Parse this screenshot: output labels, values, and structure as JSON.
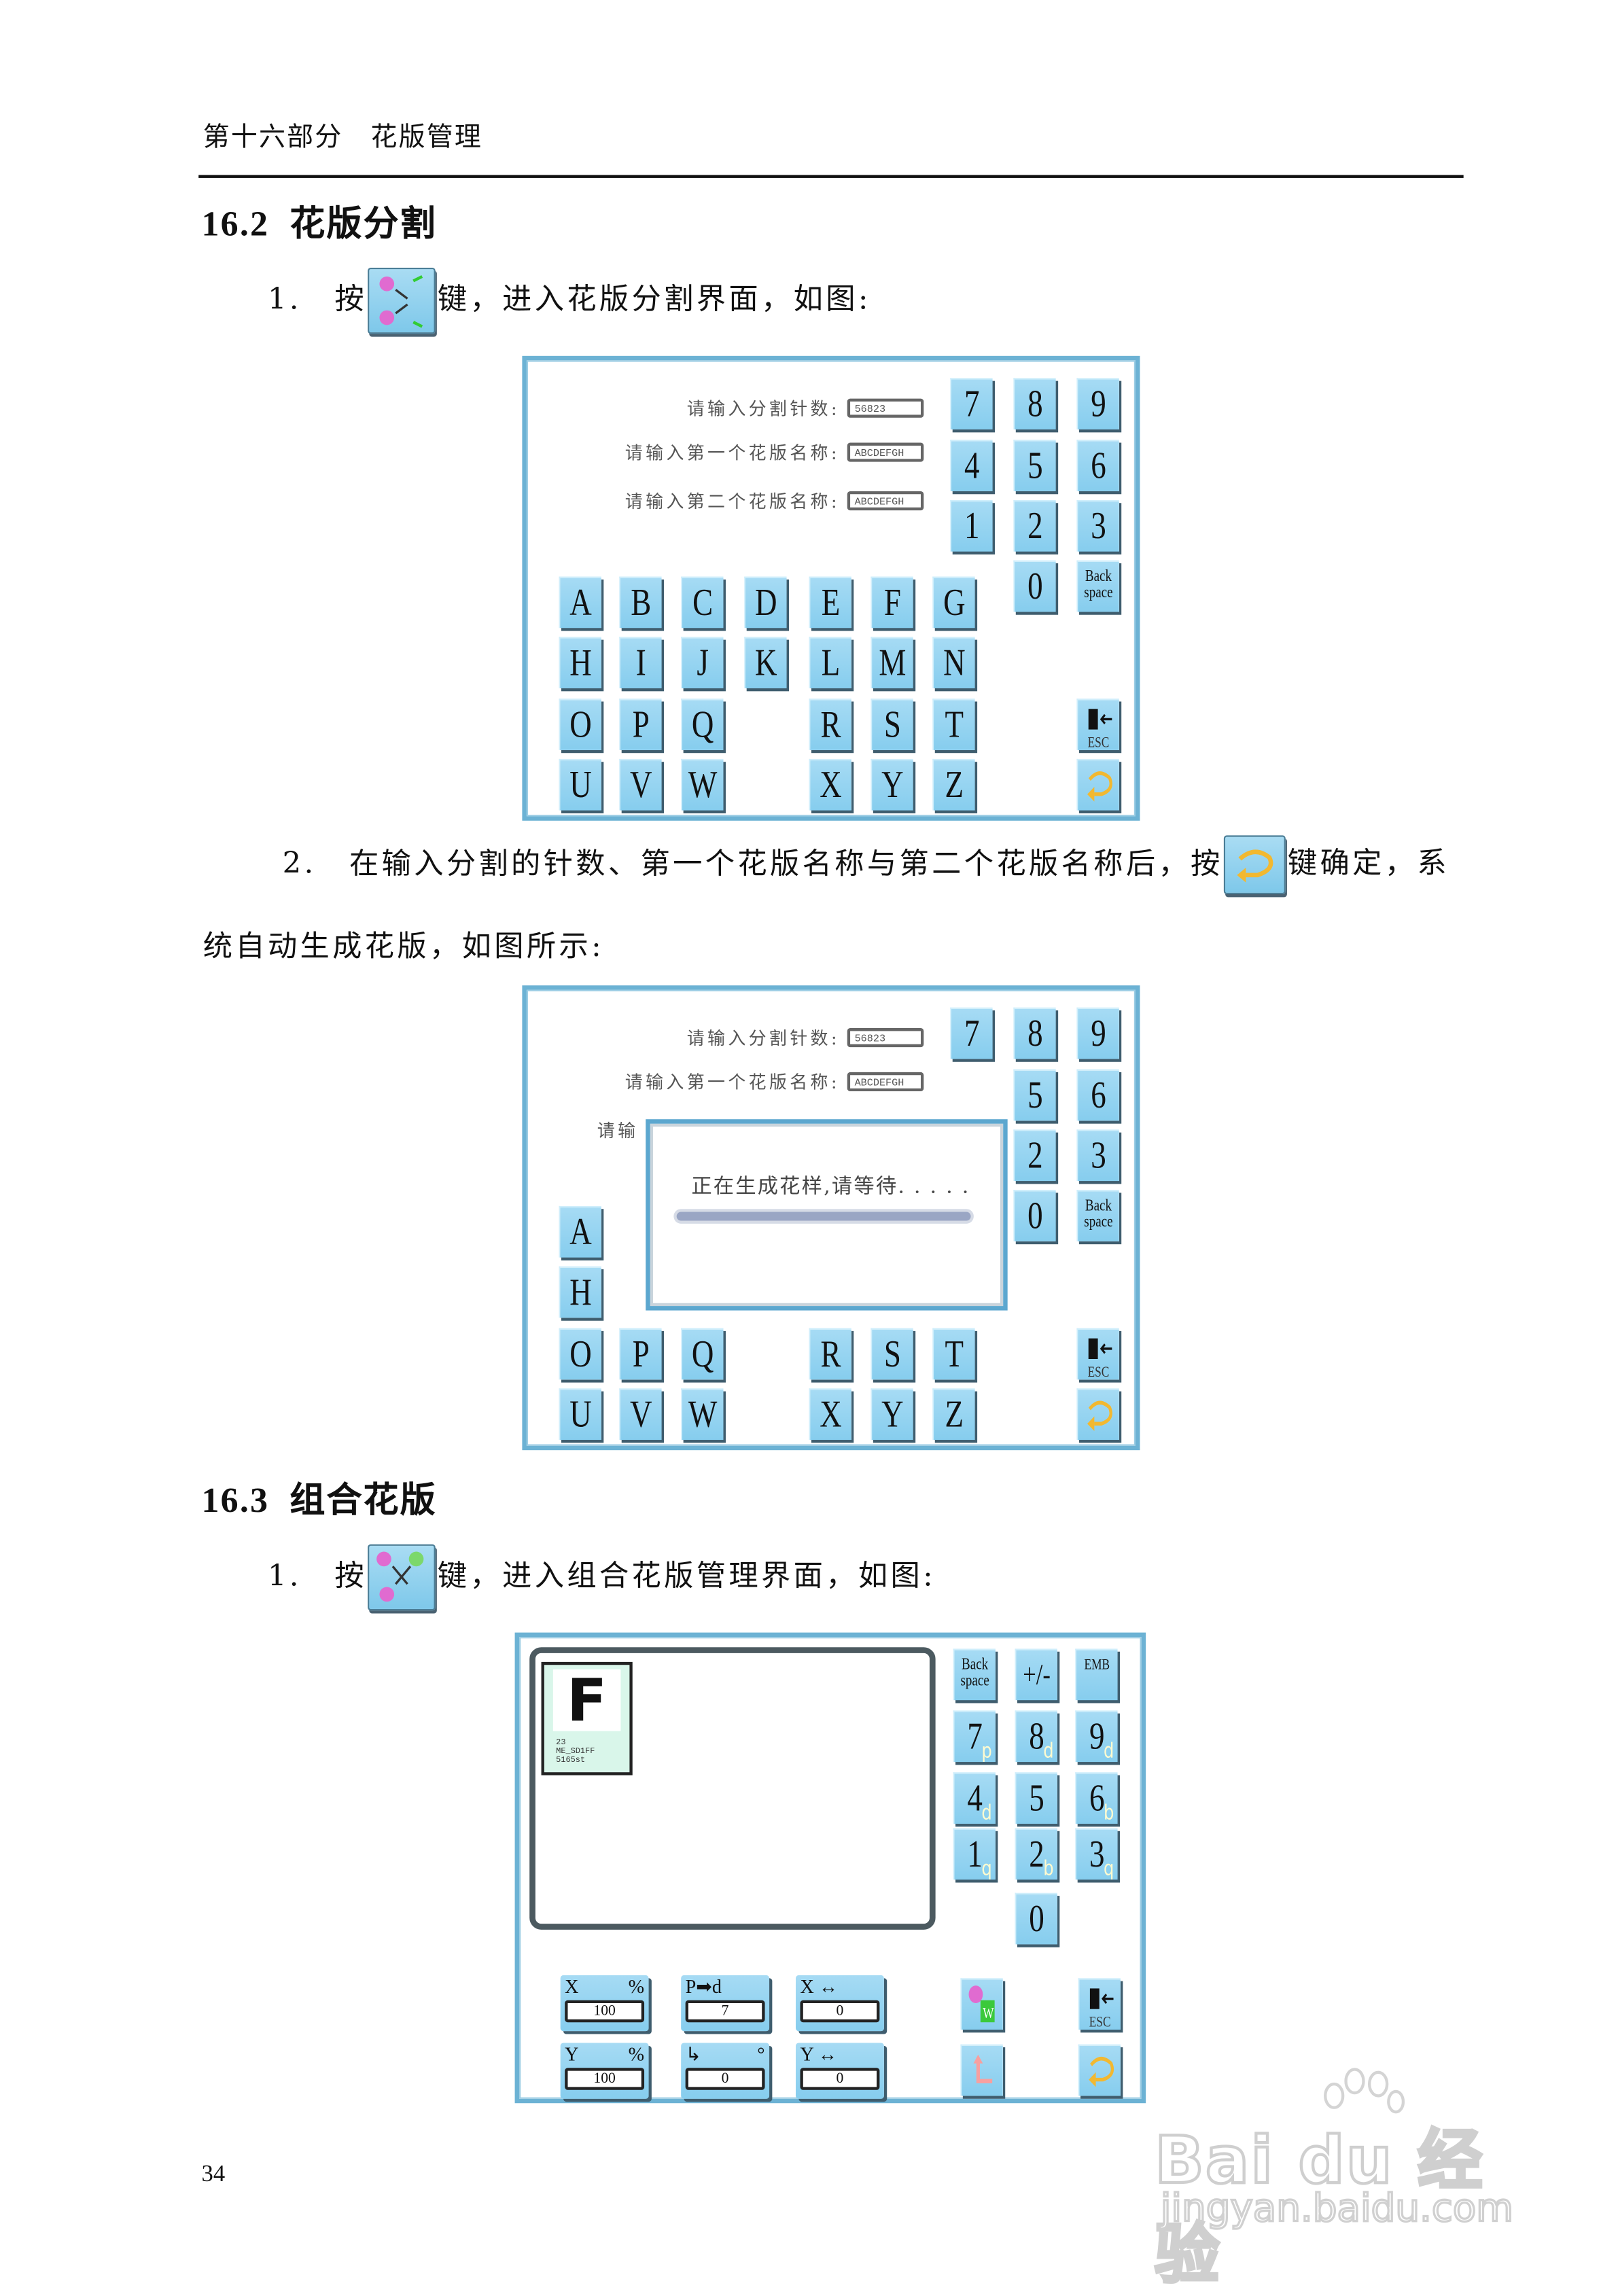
{
  "header": {
    "section": "第十六部分　花版管理"
  },
  "section_16_2": {
    "number": "16.2",
    "title": "花版分割",
    "step1": {
      "num": "1.",
      "pre": "按",
      "post": "键，进入花版分割界面，如图:",
      "icon": "split-pattern-flower-icon"
    },
    "step2": {
      "num": "2.",
      "pre": "在输入分割的针数、第一个花版名称与第二个花版名称后，按",
      "post": "键确定，系",
      "continuation": "统自动生成花版，如图所示:",
      "icon": "enter-return-arrow-icon"
    }
  },
  "split_screen": {
    "fields": [
      {
        "label": "请输入分割针数:",
        "value": "56823"
      },
      {
        "label": "请输入第一个花版名称:",
        "value": "ABCDEFGH"
      },
      {
        "label": "请输入第二个花版名称:",
        "value": "ABCDEFGH"
      }
    ],
    "numpad": [
      "7",
      "8",
      "9",
      "4",
      "5",
      "6",
      "1",
      "2",
      "3",
      "0"
    ],
    "backspace": "Back space",
    "letters": [
      [
        "A",
        "B",
        "C",
        "D",
        "E",
        "F",
        "G"
      ],
      [
        "H",
        "I",
        "J",
        "K",
        "L",
        "M",
        "N"
      ],
      [
        "O",
        "P",
        "Q",
        "",
        "R",
        "S",
        "T"
      ],
      [
        "U",
        "V",
        "W",
        "",
        "X",
        "Y",
        "Z"
      ]
    ],
    "esc_label": "ESC"
  },
  "progress_dialog": {
    "message": "正在生成花样,请等待. . . . ."
  },
  "section_16_3": {
    "number": "16.3",
    "title": "组合花版",
    "step1": {
      "num": "1.",
      "pre": "按",
      "post": "键，进入组合花版管理界面，如图:",
      "icon": "combine-pattern-flower-icon"
    }
  },
  "combine_screen": {
    "thumbnail": {
      "letter": "F",
      "info": "23\nME_SD1FF\n5165st"
    },
    "top_keys": [
      "Back space",
      "+/-",
      "EMB"
    ],
    "numpad": [
      {
        "label": "7",
        "sub": "p"
      },
      {
        "label": "8",
        "sub": "d"
      },
      {
        "label": "9",
        "sub": "d"
      },
      {
        "label": "4",
        "sub": "d"
      },
      {
        "label": "5",
        "sub": ""
      },
      {
        "label": "6",
        "sub": "b"
      },
      {
        "label": "1",
        "sub": "q"
      },
      {
        "label": "2",
        "sub": "b"
      },
      {
        "label": "3",
        "sub": "q"
      },
      {
        "label": "0",
        "sub": ""
      }
    ],
    "params": [
      {
        "name": "x-scale",
        "label": "X",
        "unit": "%",
        "value": "100"
      },
      {
        "name": "start-point",
        "label": "P➡d",
        "unit": "",
        "value": "7"
      },
      {
        "name": "x-spacing",
        "label": "X ↔",
        "unit": "",
        "value": "0"
      },
      {
        "name": "y-scale",
        "label": "Y",
        "unit": "%",
        "value": "100"
      },
      {
        "name": "rotation",
        "label": "↳",
        "unit": "°",
        "value": "0"
      },
      {
        "name": "y-spacing",
        "label": "Y ↔",
        "unit": "",
        "value": "0"
      }
    ],
    "esc_label": "ESC"
  },
  "page_number": "34",
  "watermark": {
    "logo": "Bai du 经验",
    "url": "jingyan.baidu.com"
  },
  "colors": {
    "key": "#8fd0ef",
    "panel_border": "#6cb2d4",
    "arrow": "#f2b830"
  }
}
